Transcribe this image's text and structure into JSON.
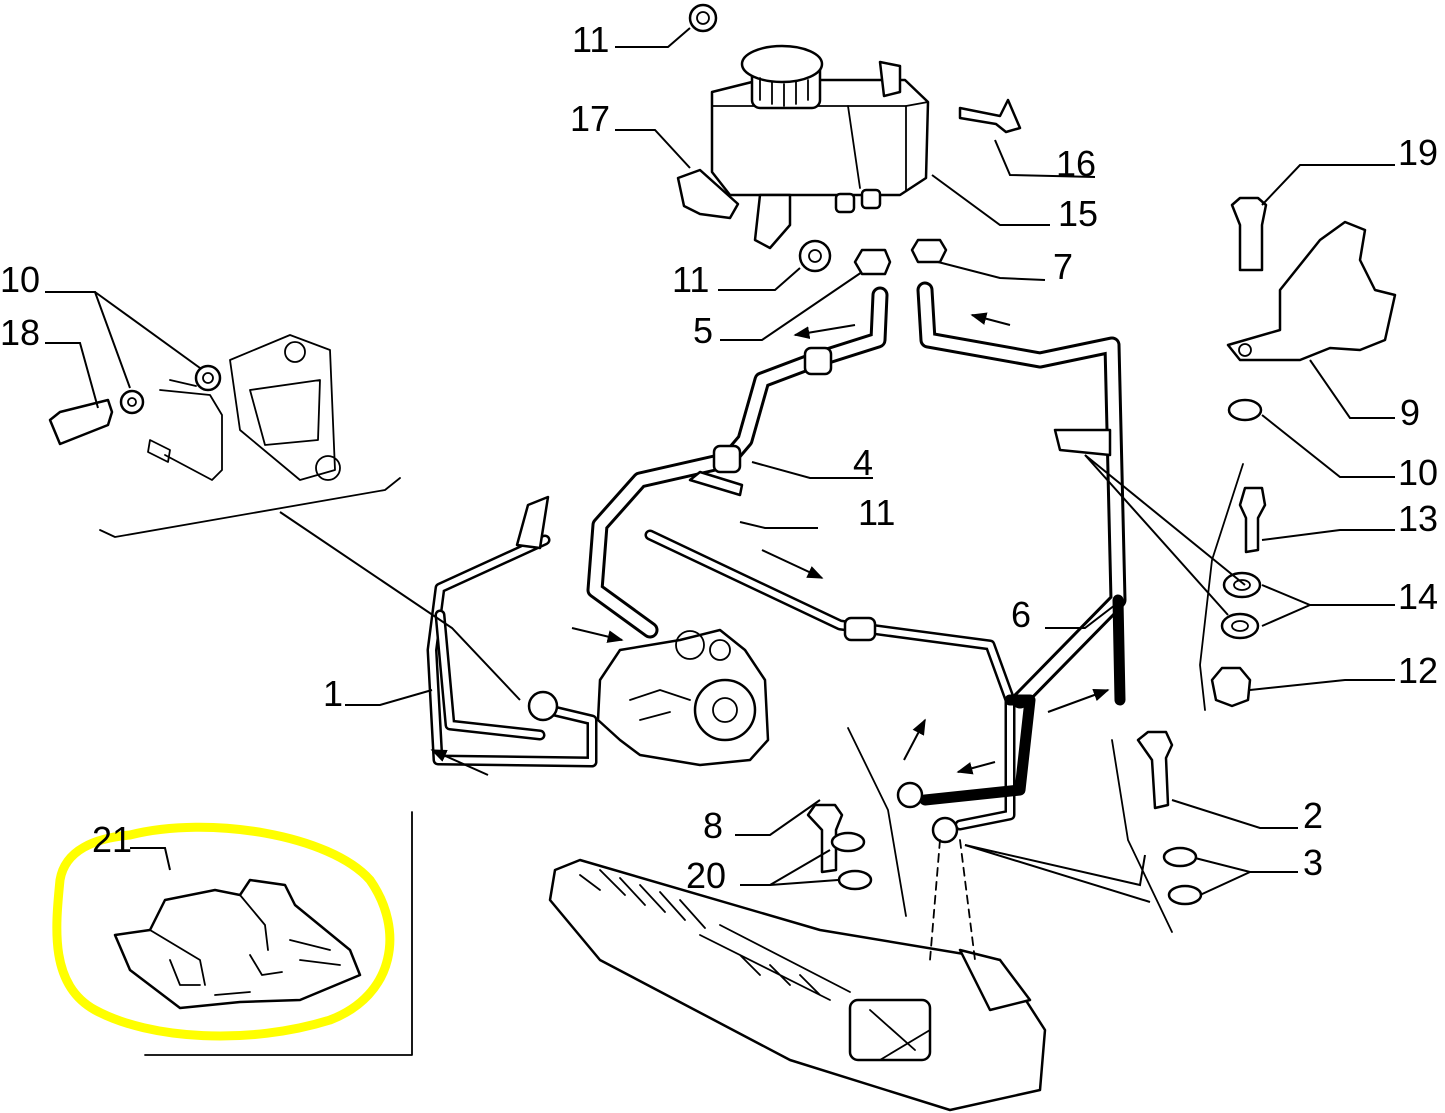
{
  "callouts": {
    "c1": "1",
    "c2": "2",
    "c3": "3",
    "c4": "4",
    "c5": "5",
    "c6": "6",
    "c7": "7",
    "c8": "8",
    "c9": "9",
    "c10_left": "10",
    "c10_right": "10",
    "c11_top": "11",
    "c11_mid": "11",
    "c11_hose": "11",
    "c12": "12",
    "c13": "13",
    "c14": "14",
    "c15": "15",
    "c16": "16",
    "c17": "17",
    "c18": "18",
    "c19": "19",
    "c20": "20",
    "c21": "21"
  },
  "highlight_color": "#ffff00"
}
